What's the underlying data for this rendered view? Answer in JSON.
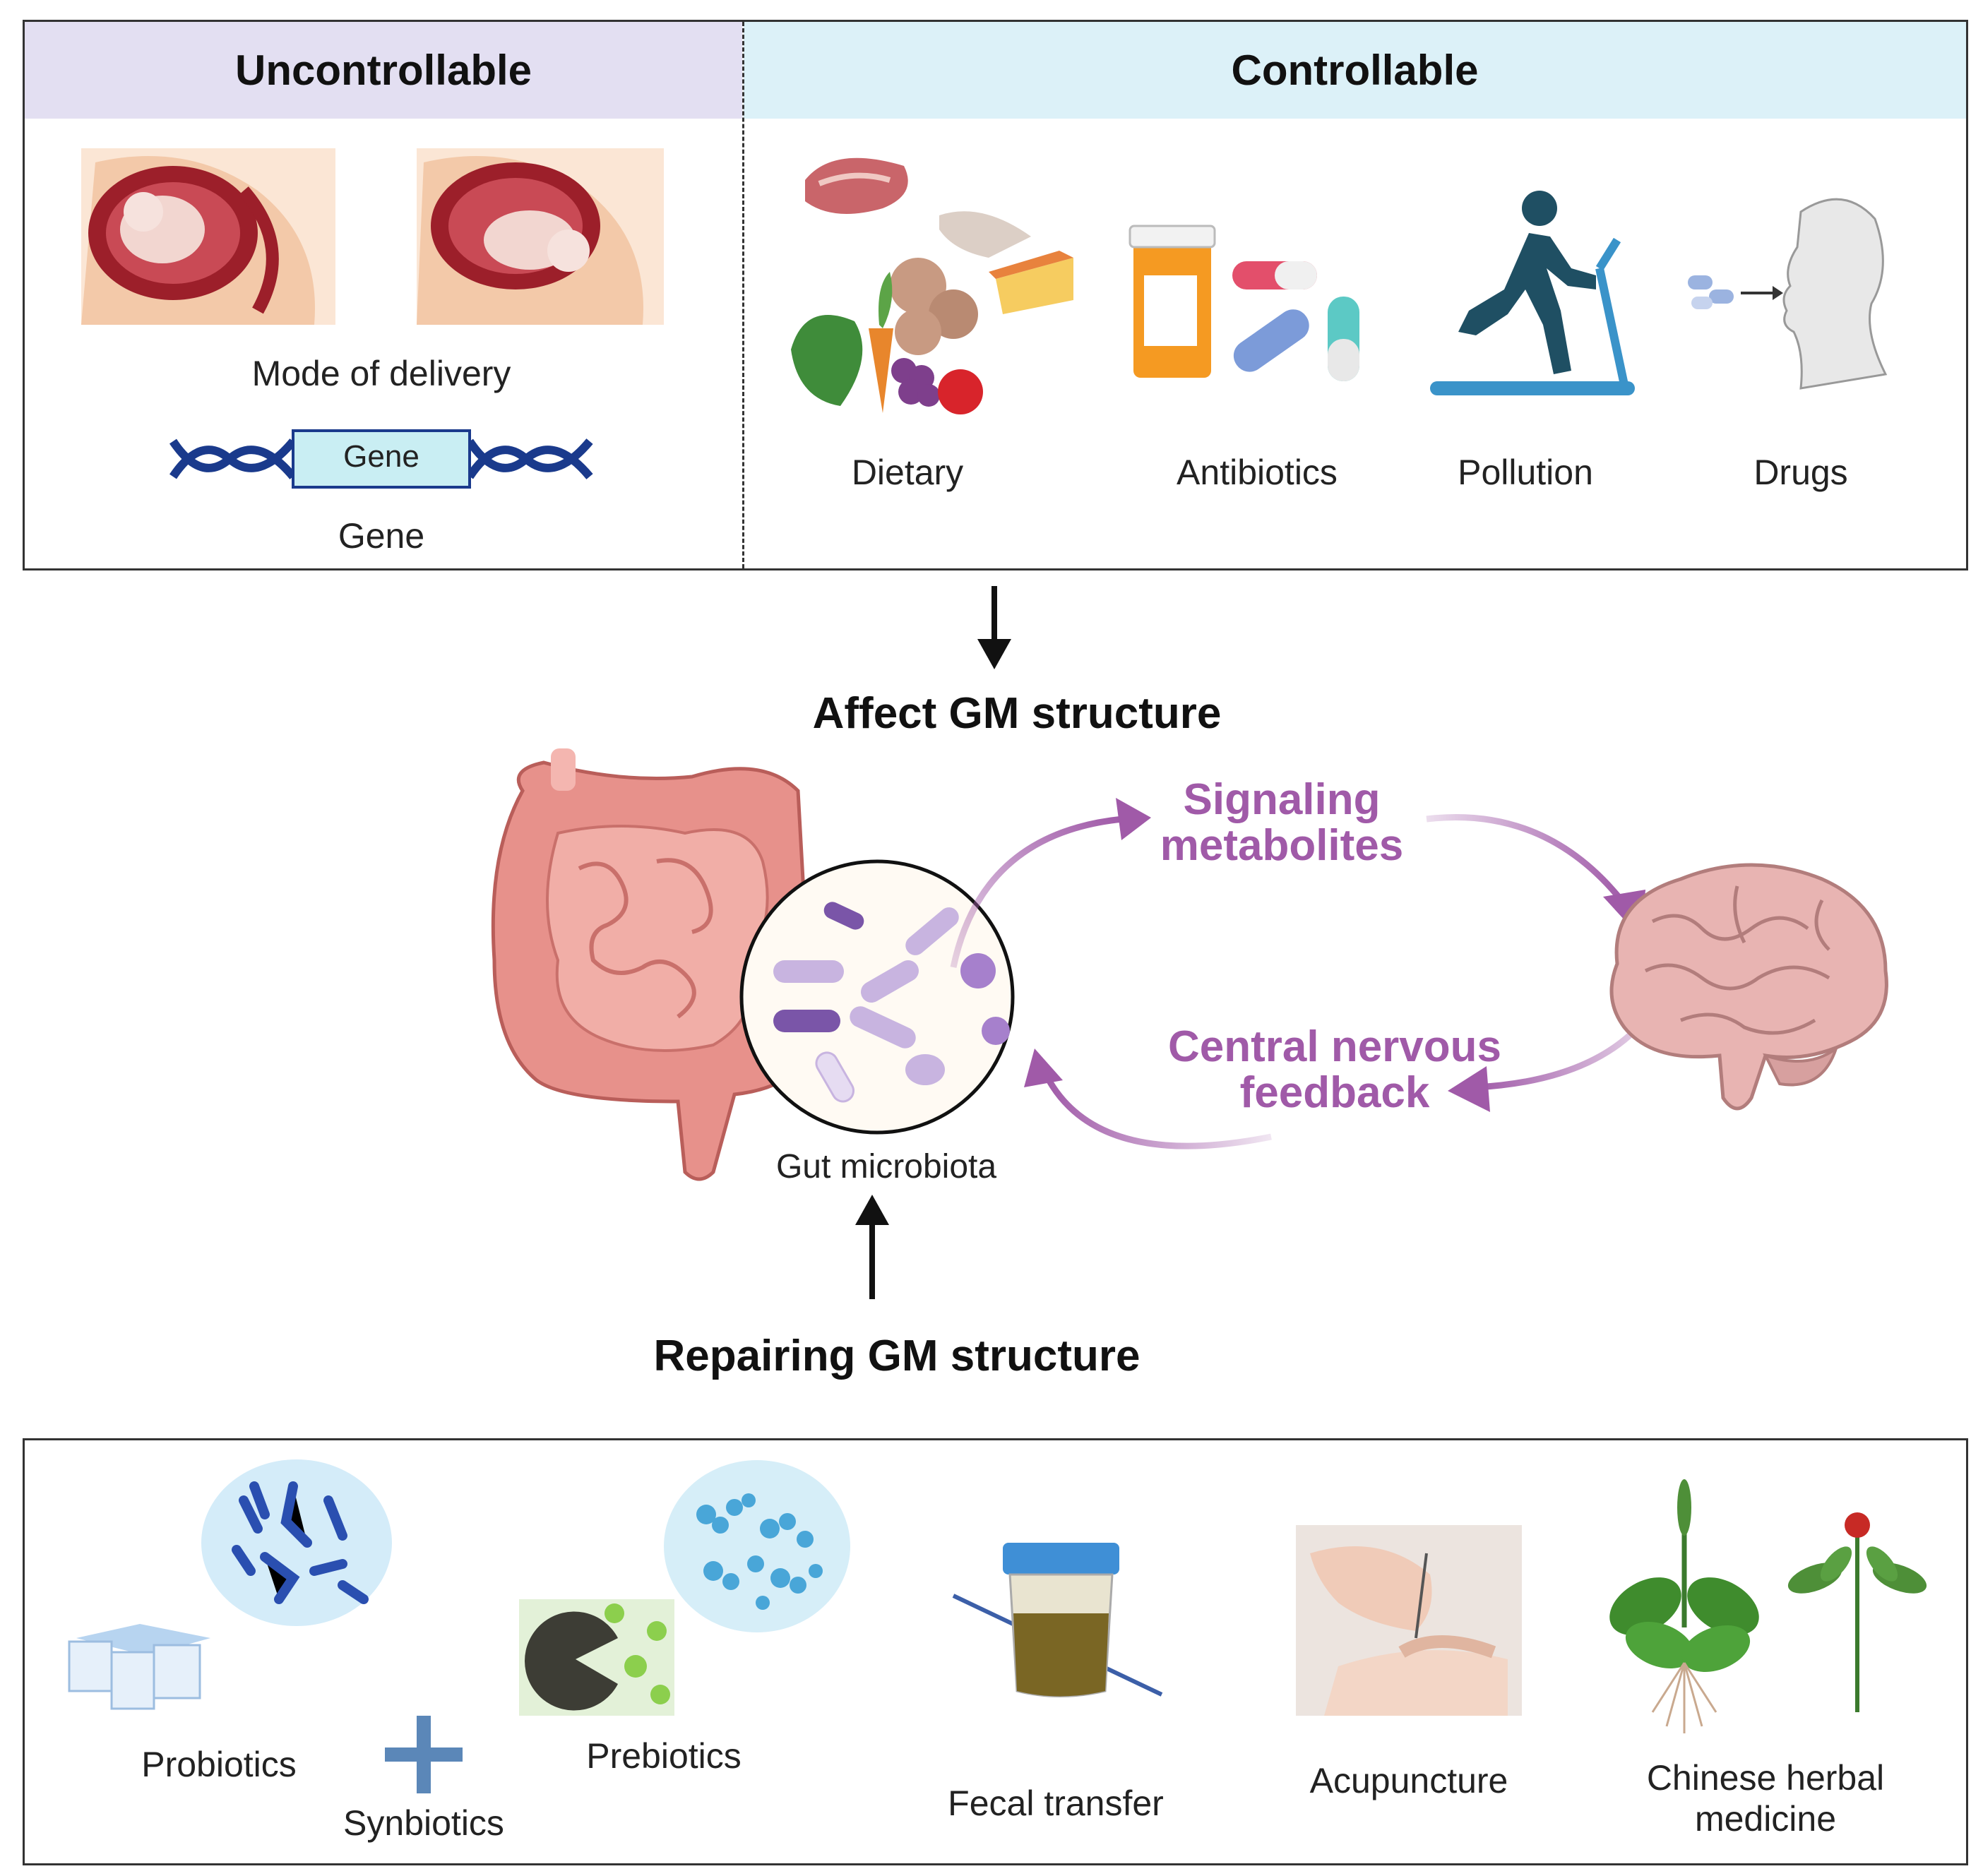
{
  "top_panel": {
    "uncontrollable": {
      "header": "Uncontrollable",
      "items": [
        {
          "label": "Mode of delivery",
          "icon": "fetus-delivery-icon"
        },
        {
          "label": "Gene",
          "icon": "dna-gene-icon",
          "box_text": "Gene"
        }
      ]
    },
    "controllable": {
      "header": "Controllable",
      "items": [
        {
          "label": "Dietary",
          "icon": "food-icon"
        },
        {
          "label": "Antibiotics",
          "icon": "pills-icon"
        },
        {
          "label": "Pollution",
          "icon": "treadmill-runner-icon"
        },
        {
          "label": "Drugs",
          "icon": "person-taking-pill-icon"
        }
      ]
    }
  },
  "middle": {
    "affect_label": "Affect GM structure",
    "gut_label": "Gut microbiota",
    "signaling_label": "Signaling\nmetabolites",
    "feedback_label": "Central nervous\nfeedback",
    "repair_label": "Repairing GM structure"
  },
  "bottom_panel": {
    "items": [
      {
        "label": "Probiotics",
        "icon": "probiotic-cups-icon"
      },
      {
        "label": "Synbiotics",
        "icon": "plus-icon"
      },
      {
        "label": "Prebiotics",
        "icon": "prebiotic-icon"
      },
      {
        "label": "Fecal transfer",
        "icon": "specimen-jar-icon"
      },
      {
        "label": "Acupuncture",
        "icon": "acupuncture-icon"
      },
      {
        "label": "Chinese herbal\nmedicine",
        "icon": "herb-plant-icon"
      }
    ]
  },
  "colors": {
    "uncontrollable_header_bg": "#e3dff2",
    "controllable_header_bg": "#dcf1f8",
    "purple_accent": "#a05aa8",
    "border": "#333333"
  }
}
